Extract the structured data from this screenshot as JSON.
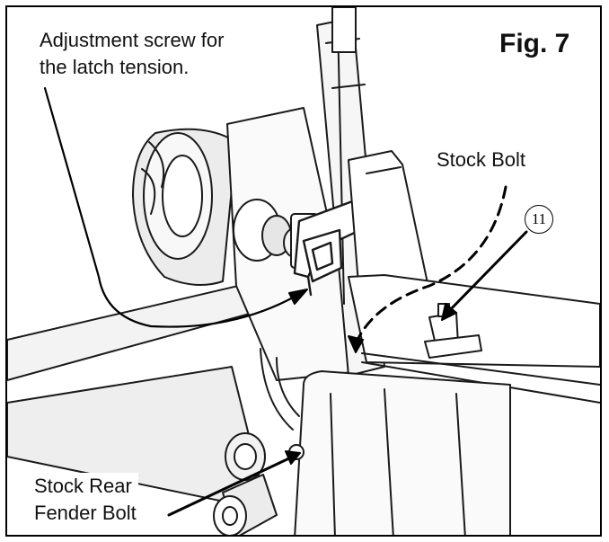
{
  "figure": {
    "title": "Fig. 7",
    "callouts": {
      "adjustment_line1": "Adjustment screw for",
      "adjustment_line2": "the latch tension.",
      "stock_bolt": "Stock Bolt",
      "rear_fender_line1": "Stock Rear",
      "rear_fender_line2": "Fender Bolt"
    },
    "part_number": "11"
  }
}
